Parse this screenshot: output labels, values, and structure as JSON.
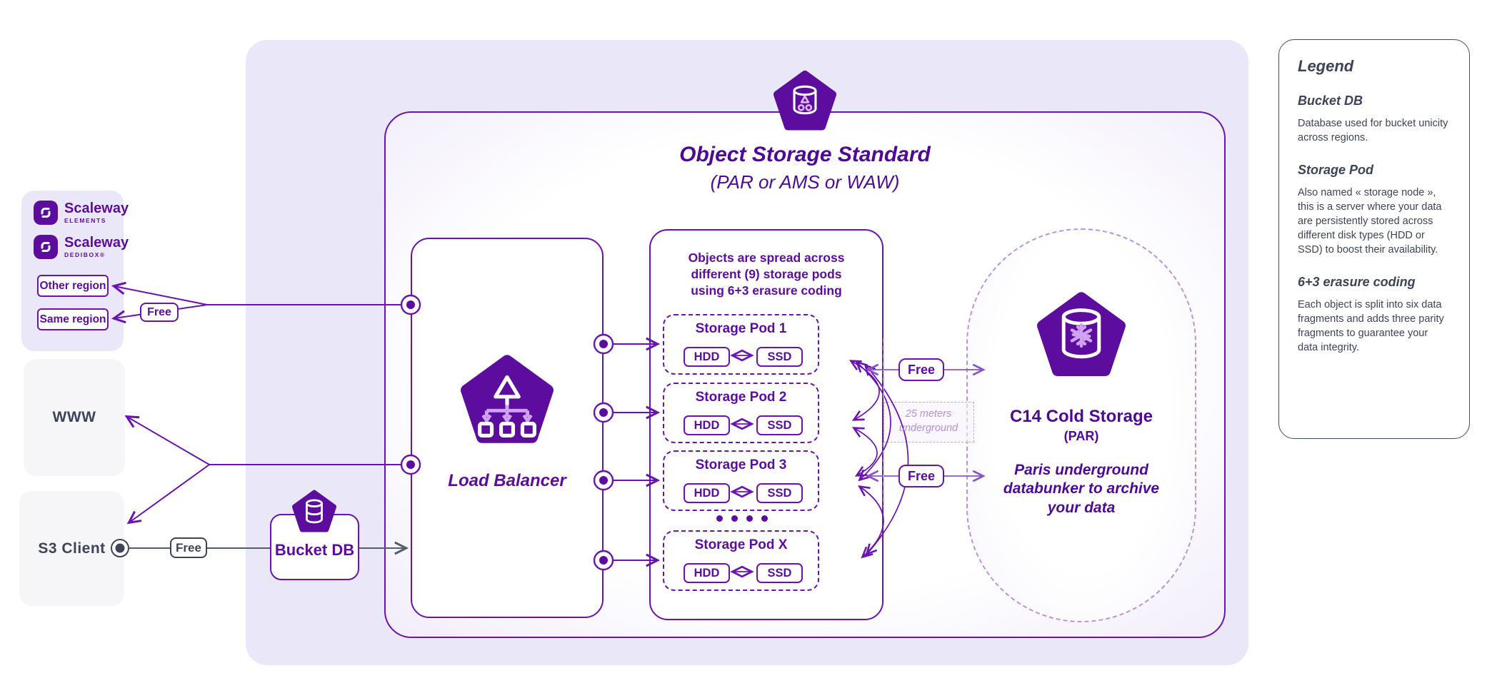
{
  "diagram": {
    "title": "Object Storage Standard",
    "subtitle": "(PAR or AMS or WAW)"
  },
  "clients": {
    "logo_elements": {
      "brand": "Scaleway",
      "sub": "ELEMENTS"
    },
    "logo_dedibox": {
      "brand": "Scaleway",
      "sub": "DEDIBOX®"
    },
    "other_region_label": "Other region",
    "same_region_label": "Same region",
    "regions_free_badge": "Free",
    "www_label": "WWW",
    "s3_client_label": "S3 Client",
    "s3_free_badge": "Free",
    "bucket_db_label": "Bucket DB"
  },
  "load_balancer": {
    "label": "Load Balancer"
  },
  "pods": {
    "header": "Objects are spread across different (9) storage pods using 6+3 erasure coding",
    "items": [
      {
        "name": "Storage Pod 1"
      },
      {
        "name": "Storage Pod 2"
      },
      {
        "name": "Storage Pod 3"
      },
      {
        "name": "Storage Pod X"
      }
    ],
    "disks": [
      "HDD",
      "SSD"
    ]
  },
  "cold_storage": {
    "free_badge_top": "Free",
    "free_badge_bottom": "Free",
    "tunnel_note": "25 meters underground",
    "title": "C14 Cold Storage",
    "region": "(PAR)",
    "description": "Paris underground databunker to archive your data"
  },
  "legend": {
    "title": "Legend",
    "entries": [
      {
        "term": "Bucket DB",
        "definition": "Database used for bucket unicity across regions."
      },
      {
        "term": "Storage Pod",
        "definition": "Also named « storage node », this is a server where your data are persistently stored across different disk types (HDD or SSD) to boost their availability."
      },
      {
        "term": "6+3 erasure coding",
        "definition": "Each object is split into six data fragments and adds three parity fragments to guarantee your data integrity."
      }
    ]
  },
  "colors": {
    "accent_purple": "#6c12b0",
    "deep_purple": "#5c0d9e",
    "title_purple": "#4e0a96",
    "light_purple": "#b994dd",
    "lavender_bg": "#e9e7f8",
    "navy_text": "#3e4358"
  }
}
